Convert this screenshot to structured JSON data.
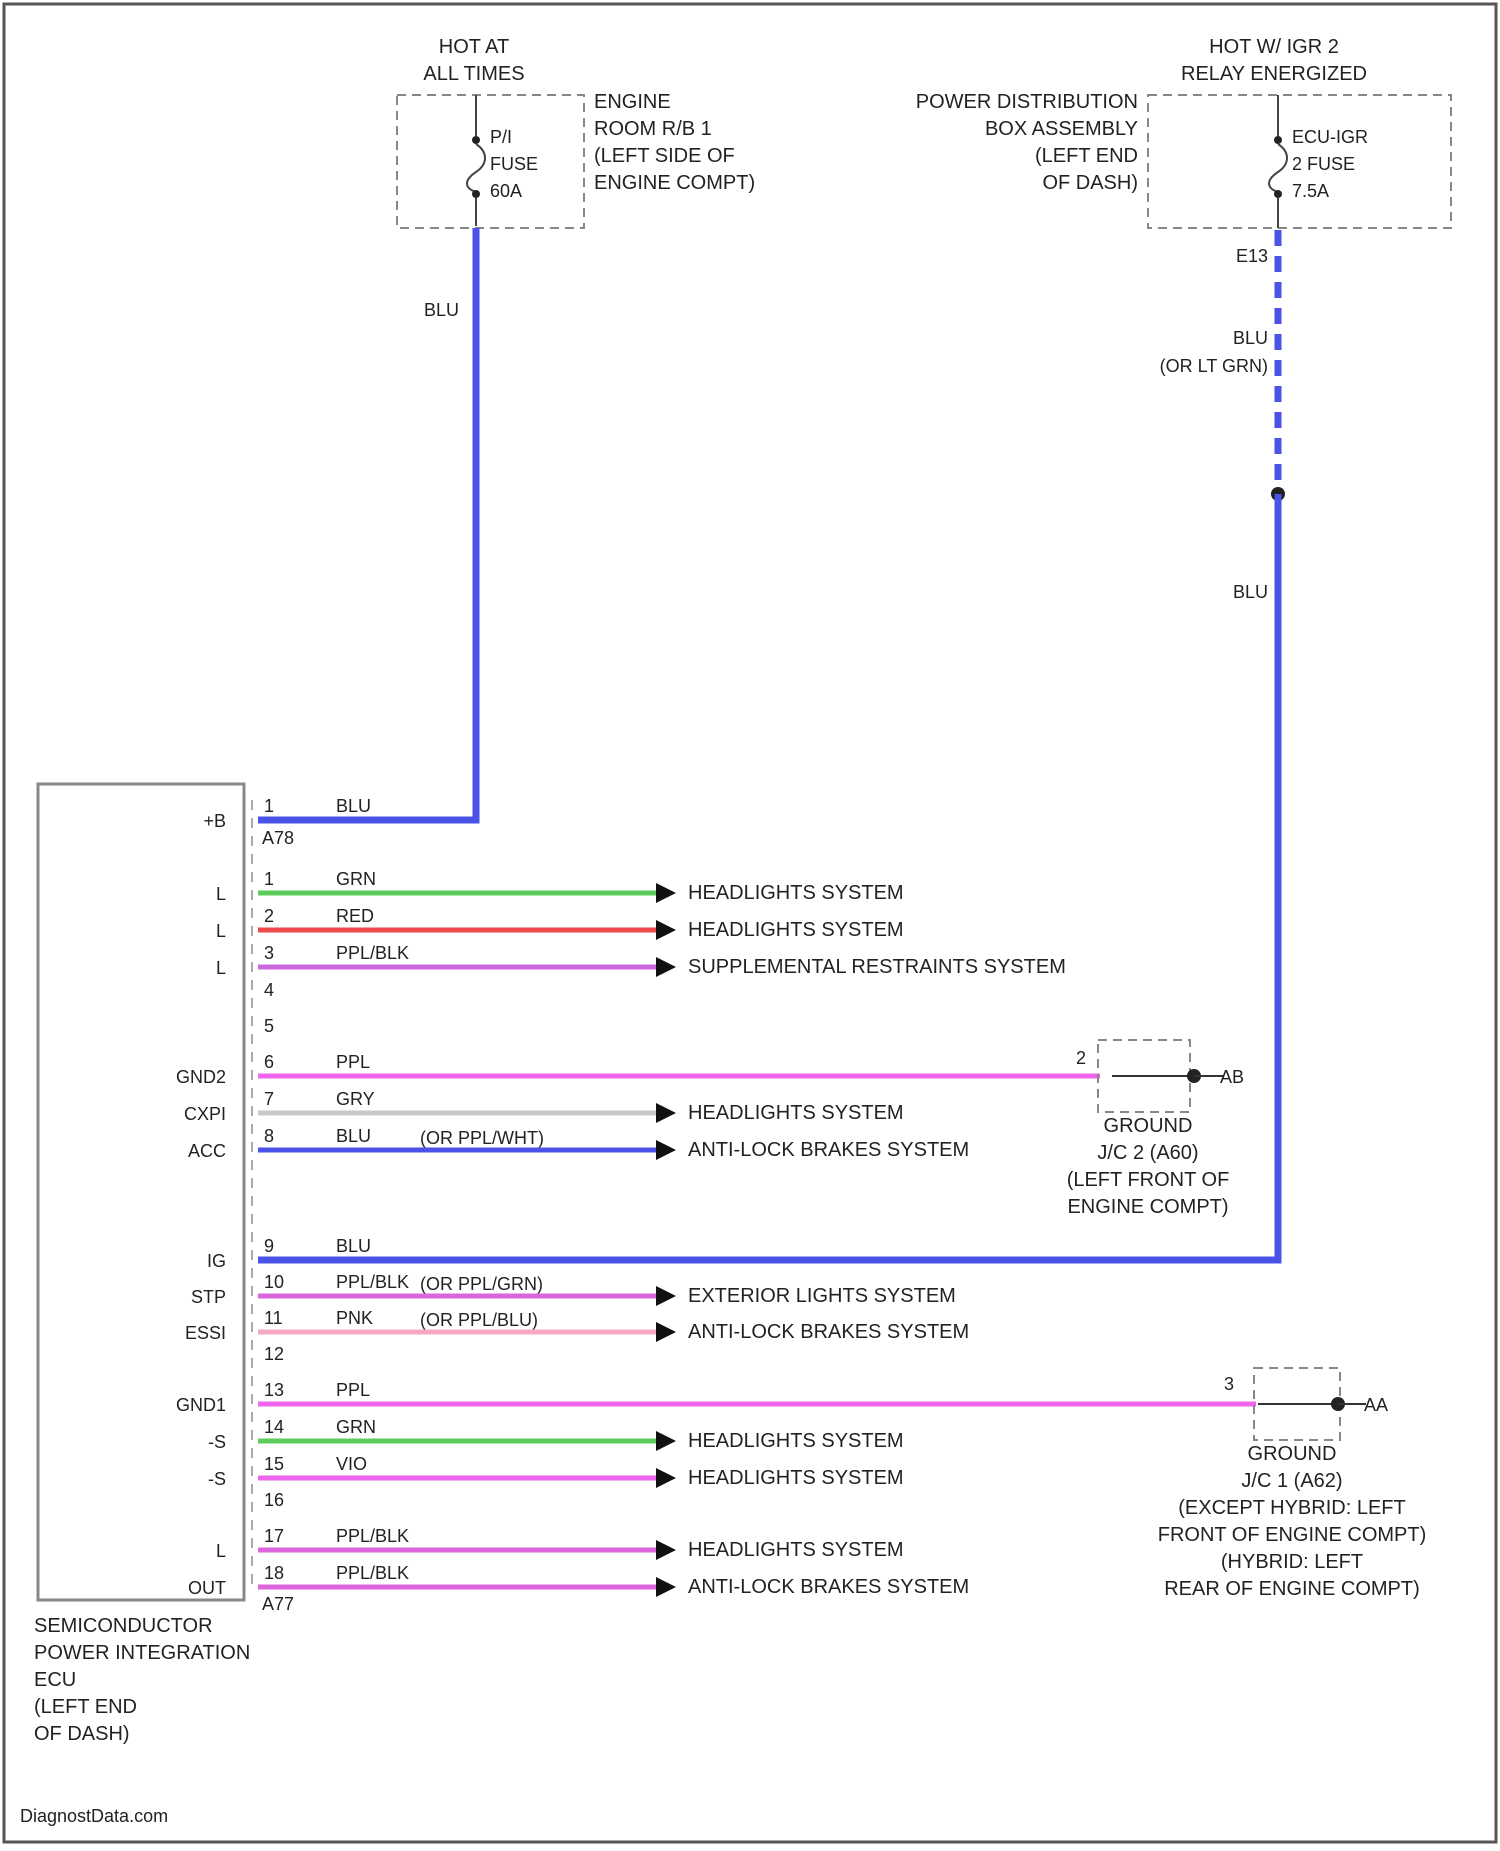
{
  "fuse_left": {
    "hot_label": [
      "HOT AT",
      "ALL TIMES"
    ],
    "fuse_label": [
      "P/I",
      "FUSE",
      "60A"
    ],
    "location": [
      "ENGINE",
      "ROOM R/B 1",
      "(LEFT SIDE OF",
      "ENGINE COMPT)"
    ]
  },
  "fuse_right": {
    "hot_label": [
      "HOT W/ IGR 2",
      "RELAY ENERGIZED"
    ],
    "location": [
      "POWER DISTRIBUTION",
      "BOX ASSEMBLY",
      "(LEFT END",
      "OF DASH)"
    ],
    "fuse_label": [
      "ECU-IGR",
      "2 FUSE",
      "7.5A"
    ],
    "connector": "E13"
  },
  "wire_labels": {
    "left_feed": "BLU",
    "right_feed_dashed": [
      "BLU",
      "(OR LT GRN)"
    ],
    "right_feed_solid": "BLU"
  },
  "ecu": {
    "name": [
      "SEMICONDUCTOR",
      "POWER INTEGRATION",
      "ECU",
      "(LEFT END",
      "OF DASH)"
    ],
    "connector_top": "A78",
    "connector_bottom": "A77"
  },
  "pins": [
    {
      "pin": "1",
      "name": "+B",
      "wire": "BLU",
      "alt": "",
      "dest": "",
      "color": "#4a52e8"
    },
    {
      "pin": "1",
      "name": "L",
      "wire": "GRN",
      "alt": "",
      "dest": "HEADLIGHTS SYSTEM",
      "color": "#5ccc5c"
    },
    {
      "pin": "2",
      "name": "L",
      "wire": "RED",
      "alt": "",
      "dest": "HEADLIGHTS SYSTEM",
      "color": "#ee4a4a"
    },
    {
      "pin": "3",
      "name": "L",
      "wire": "PPL/BLK",
      "alt": "",
      "dest": "SUPPLEMENTAL RESTRAINTS SYSTEM",
      "color": "#cc66dd"
    },
    {
      "pin": "4",
      "name": "",
      "wire": "",
      "alt": "",
      "dest": "",
      "color": ""
    },
    {
      "pin": "5",
      "name": "",
      "wire": "",
      "alt": "",
      "dest": "",
      "color": ""
    },
    {
      "pin": "6",
      "name": "GND2",
      "wire": "PPL",
      "alt": "",
      "dest": "",
      "color": "#ee66ee"
    },
    {
      "pin": "7",
      "name": "CXPI",
      "wire": "GRY",
      "alt": "",
      "dest": "HEADLIGHTS SYSTEM",
      "color": "#c8c8c8"
    },
    {
      "pin": "8",
      "name": "ACC",
      "wire": "BLU",
      "alt": "(OR PPL/WHT)",
      "dest": "ANTI-LOCK BRAKES SYSTEM",
      "color": "#4a52e8"
    },
    {
      "pin": "9",
      "name": "IG",
      "wire": "BLU",
      "alt": "",
      "dest": "",
      "color": "#4a52e8"
    },
    {
      "pin": "10",
      "name": "STP",
      "wire": "PPL/BLK",
      "alt": "(OR PPL/GRN)",
      "dest": "EXTERIOR LIGHTS SYSTEM",
      "color": "#dd66dd"
    },
    {
      "pin": "11",
      "name": "ESSI",
      "wire": "PNK",
      "alt": "(OR PPL/BLU)",
      "dest": "ANTI-LOCK BRAKES SYSTEM",
      "color": "#f5a8c4"
    },
    {
      "pin": "12",
      "name": "",
      "wire": "",
      "alt": "",
      "dest": "",
      "color": ""
    },
    {
      "pin": "13",
      "name": "GND1",
      "wire": "PPL",
      "alt": "",
      "dest": "",
      "color": "#ee66ee"
    },
    {
      "pin": "14",
      "name": "-S",
      "wire": "GRN",
      "alt": "",
      "dest": "HEADLIGHTS SYSTEM",
      "color": "#5ccc5c"
    },
    {
      "pin": "15",
      "name": "-S",
      "wire": "VIO",
      "alt": "",
      "dest": "HEADLIGHTS SYSTEM",
      "color": "#ee66ee"
    },
    {
      "pin": "16",
      "name": "",
      "wire": "",
      "alt": "",
      "dest": "",
      "color": ""
    },
    {
      "pin": "17",
      "name": "L",
      "wire": "PPL/BLK",
      "alt": "",
      "dest": "HEADLIGHTS SYSTEM",
      "color": "#dd66dd"
    },
    {
      "pin": "18",
      "name": "OUT",
      "wire": "PPL/BLK",
      "alt": "",
      "dest": "ANTI-LOCK BRAKES SYSTEM",
      "color": "#dd66dd"
    }
  ],
  "ground_a": {
    "pin": "2",
    "id": "AB",
    "label": [
      "GROUND",
      "J/C 2 (A60)",
      "(LEFT FRONT OF",
      "ENGINE COMPT)"
    ]
  },
  "ground_b": {
    "pin": "3",
    "id": "AA",
    "label": [
      "GROUND",
      "J/C 1 (A62)",
      "(EXCEPT HYBRID: LEFT",
      "FRONT OF ENGINE COMPT)",
      "(HYBRID: LEFT",
      "REAR OF ENGINE COMPT)"
    ]
  },
  "watermark": "DiagnostData.com"
}
